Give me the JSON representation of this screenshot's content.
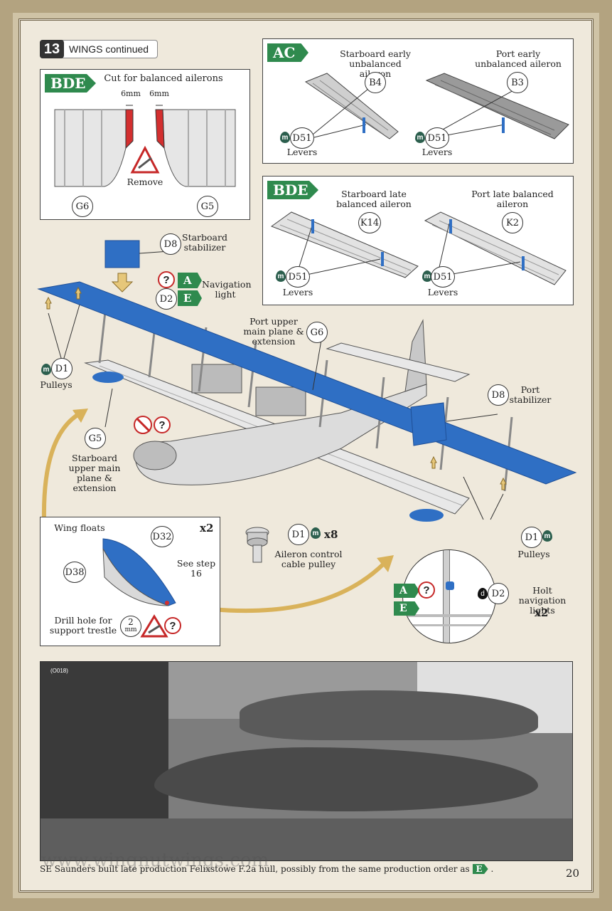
{
  "step": {
    "number": "13",
    "title": "WINGS continued"
  },
  "panel_cut": {
    "tag": "BDE",
    "title": "Cut for balanced ailerons",
    "measure_left": "6mm",
    "measure_right": "6mm",
    "remove_label": "Remove",
    "parts": [
      "G6",
      "G5"
    ]
  },
  "panel_ac": {
    "tag": "AC",
    "starboard_label": "Starboard early unbalanced aileron",
    "port_label": "Port early unbalanced aileron",
    "starboard_part": "B4",
    "port_part": "B3",
    "lever_part": "D51",
    "lever_label": "Levers"
  },
  "panel_bde": {
    "tag": "BDE",
    "starboard_label": "Starboard late balanced aileron",
    "port_label": "Port late balanced aileron",
    "starboard_part": "K14",
    "port_part": "K2",
    "lever_part": "D51",
    "lever_label": "Levers"
  },
  "main": {
    "d8_part": "D8",
    "starboard_stabilizer": "Starboard stabilizer",
    "port_stabilizer": "Port stabilizer",
    "nav_part": "D2",
    "nav_label": "Navigation light",
    "version_a": "A",
    "version_e": "E",
    "port_upper_label": "Port upper main plane & extension",
    "port_upper_part": "G6",
    "starboard_upper_label": "Starboard upper main plane & extension",
    "starboard_upper_part": "G5",
    "pulley_part": "D1",
    "pulley_label": "Pulleys",
    "question": "?"
  },
  "panel_floats": {
    "title": "Wing floats",
    "quantity": "x2",
    "parts": [
      "D32",
      "D38"
    ],
    "see_step": "See step 16",
    "drill_label": "Drill hole for support trestle",
    "drill_size": "2",
    "drill_unit": "mm"
  },
  "pulley_part": {
    "part": "D1",
    "quantity": "x8",
    "label": "Aileron control cable pulley"
  },
  "holt": {
    "part": "D2",
    "label": "Holt navigation lights",
    "quantity": "x2",
    "version_a": "A",
    "version_e": "E"
  },
  "photo": {
    "code": "(O018)",
    "caption": "SE Saunders built late production Felixstowe F.2a hull, possibly from the same production order as",
    "caption_tag": "E"
  },
  "watermark": "www.wingnutwings.com",
  "page_number": "20",
  "colors": {
    "accent_green": "#2f8a4e",
    "part_blue": "#2f6fc4",
    "red": "#d32f2f",
    "arrow_gold": "#d9b25a"
  },
  "icons": [
    "drop-m-icon",
    "drop-d-icon",
    "question-icon",
    "drill-icon",
    "no-glue-icon",
    "arrow-icon"
  ]
}
